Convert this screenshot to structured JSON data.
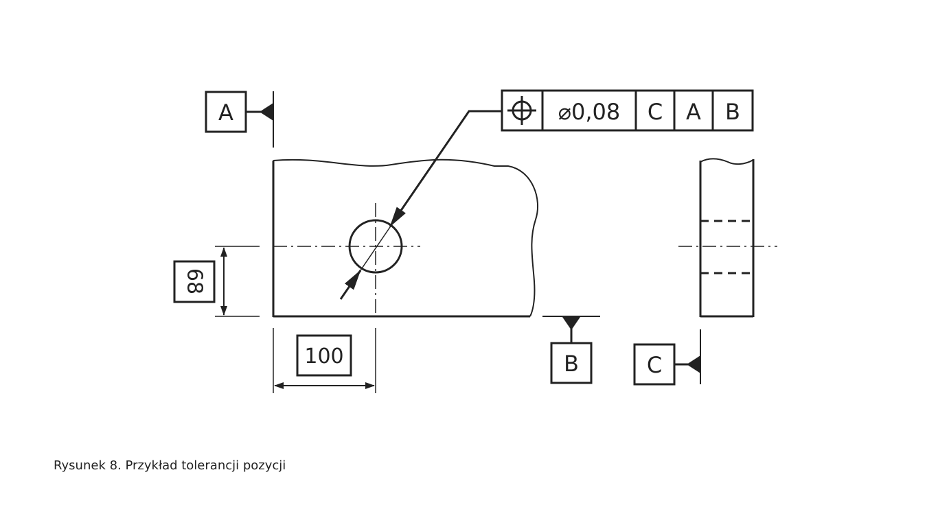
{
  "datums": {
    "a": "A",
    "b": "B",
    "c": "C"
  },
  "dimensions": {
    "vertical": "68",
    "horizontal": "100"
  },
  "feature_control_frame": {
    "symbol_icon": "position-icon",
    "tolerance": "⌀0,08",
    "datum_refs": [
      "C",
      "A",
      "B"
    ]
  },
  "caption": "Rysunek 8. Przykład tolerancji pozycji",
  "colors": {
    "line": "#222222",
    "background": "#ffffff"
  }
}
